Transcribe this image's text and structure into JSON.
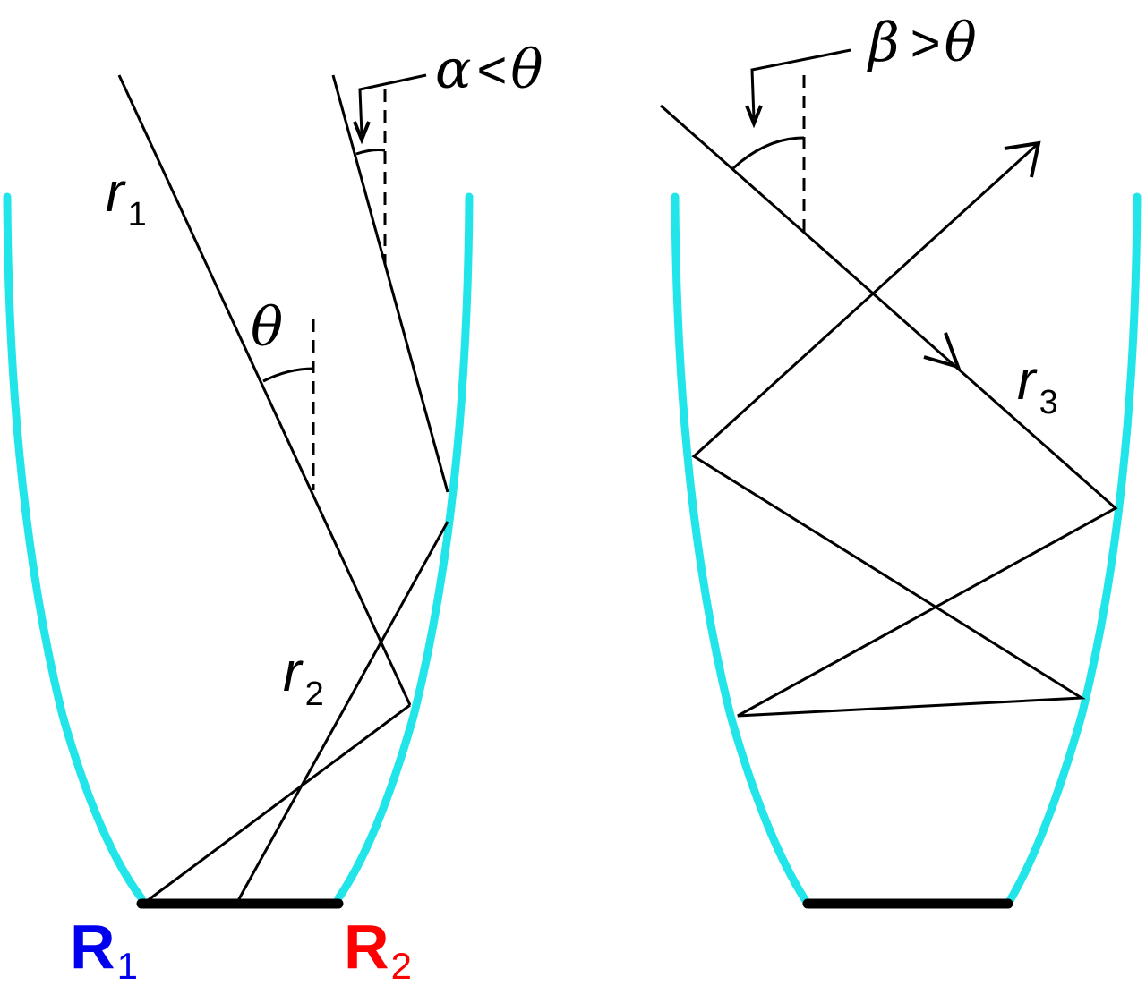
{
  "colors": {
    "mirror": "#22e5ea",
    "absorber": "#000000",
    "ray": "#000000",
    "endpoint_left": "#0000ee",
    "endpoint_right": "#ff0000"
  },
  "labels": {
    "theta": "θ",
    "alpha_relation": {
      "symbol": "α",
      "operator": "<",
      "reference": "θ"
    },
    "beta_relation": {
      "symbol": "β",
      "operator": ">",
      "reference": "θ"
    },
    "r1": {
      "base": "r",
      "sub": "1"
    },
    "r2": {
      "base": "r",
      "sub": "2"
    },
    "r3": {
      "base": "r",
      "sub": "3"
    },
    "R1": {
      "base": "R",
      "sub": "1"
    },
    "R2": {
      "base": "R",
      "sub": "2"
    }
  }
}
